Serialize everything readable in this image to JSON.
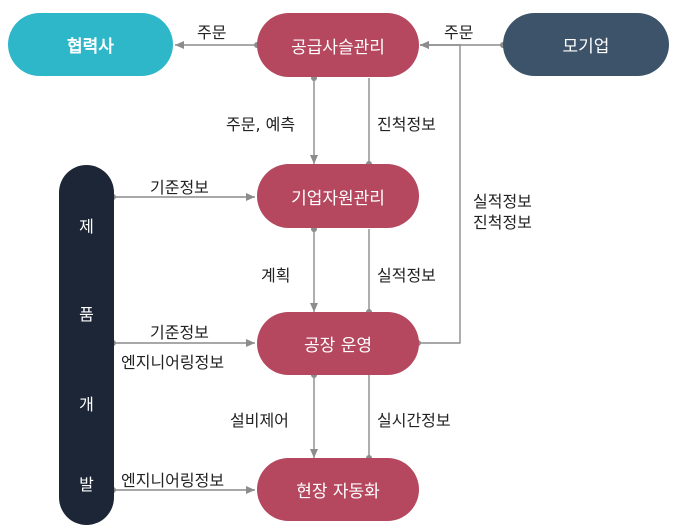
{
  "nodes": {
    "partner": "협력사",
    "scm": "공급사슬관리",
    "parent": "모기업",
    "erp": "기업자원관리",
    "factory": "공장 운영",
    "automation": "현장 자동화"
  },
  "product_dev": [
    "제",
    "품",
    "개",
    "발"
  ],
  "labels": {
    "order_to_partner": "주문",
    "order_from_parent": "주문",
    "order_forecast": "주문, 예측",
    "progress_info_1": "진척정보",
    "base_info_1": "기준정보",
    "actual_progress": [
      "실적정보",
      "진척정보"
    ],
    "plan": "계획",
    "actual_info": "실적정보",
    "base_info_2": "기준정보",
    "engineering_info_1": "엔지니어링정보",
    "equipment_control": "설비제어",
    "realtime_info": "실시간정보",
    "engineering_info_2": "엔지니어링정보"
  },
  "colors": {
    "crimson": "#b5475f",
    "teal": "#2db7c9",
    "slate": "#3c5369",
    "dark": "#1d2637",
    "arrow": "#8c8c8c"
  }
}
